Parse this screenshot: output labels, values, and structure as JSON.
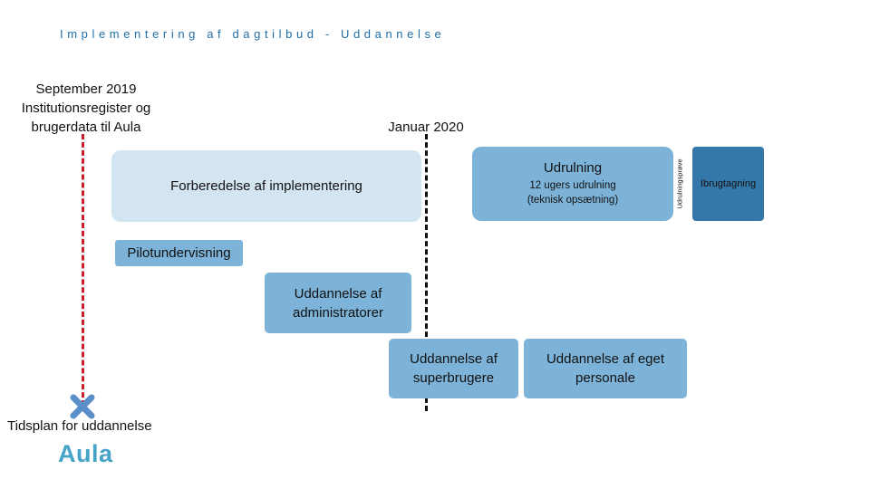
{
  "title": "Implementering af dagtilbud - Uddannelse",
  "milestones": {
    "start": [
      "September 2019",
      "Institutionsregister og",
      "brugerdata til Aula"
    ],
    "jan": "Januar 2020"
  },
  "phases": {
    "prep": "Forberedelse af implementering",
    "udrulning_title": "Udrulning",
    "udrulning_sub": [
      "12 ugers udrulning",
      "(teknisk opsætning)"
    ],
    "udrulningsproeve": "Udrulningsprøve",
    "ibrugtagning": "Ibrugtagning"
  },
  "training": {
    "pilot": "Pilotundervisning",
    "admin": [
      "Uddannelse af",
      "administratorer"
    ],
    "super": [
      "Uddannelse af",
      "superbrugere"
    ],
    "egen": [
      "Uddannelse af eget",
      "personale"
    ]
  },
  "caption": "Tidsplan for uddannelse",
  "logo": "Aula",
  "colors": {
    "light": "#d4e5f2",
    "medium": "#7db3d8",
    "dark": "#3378a8",
    "red_line": "#c8202a",
    "cross": "#5b8fc9",
    "logo": "#45a3c8"
  }
}
